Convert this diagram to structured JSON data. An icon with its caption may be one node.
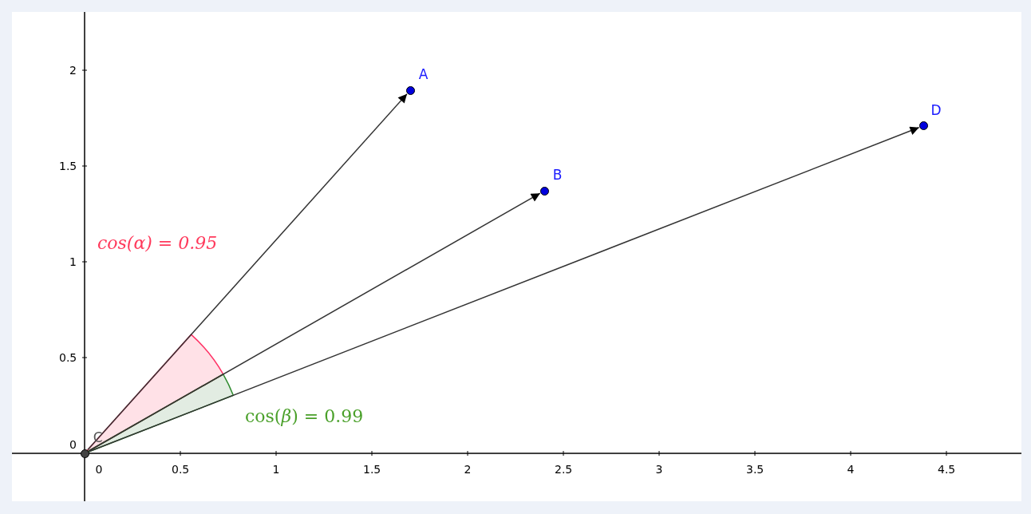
{
  "diagram": {
    "nodes": [
      {
        "text": [
          "C"
        ]
      },
      {
        "text": [
          "A"
        ]
      },
      {
        "text": [
          "B"
        ]
      },
      {
        "text": [
          "D"
        ]
      }
    ],
    "edges": [
      {
        "from": 0,
        "to": 1,
        "arrow": "to"
      },
      {
        "from": 0,
        "to": 2,
        "arrow": "to"
      },
      {
        "from": 0,
        "to": 3,
        "arrow": "to"
      }
    ],
    "labels": [
      "2",
      "1.5",
      "1",
      "cos(α) = 0.95",
      "0.5",
      "cos(*β*) = 0.99",
      "0",
      "0",
      "0.5",
      "1",
      "1.5",
      "2",
      "2.5",
      "3",
      "3.5",
      "4",
      "4.5"
    ]
  }
}
